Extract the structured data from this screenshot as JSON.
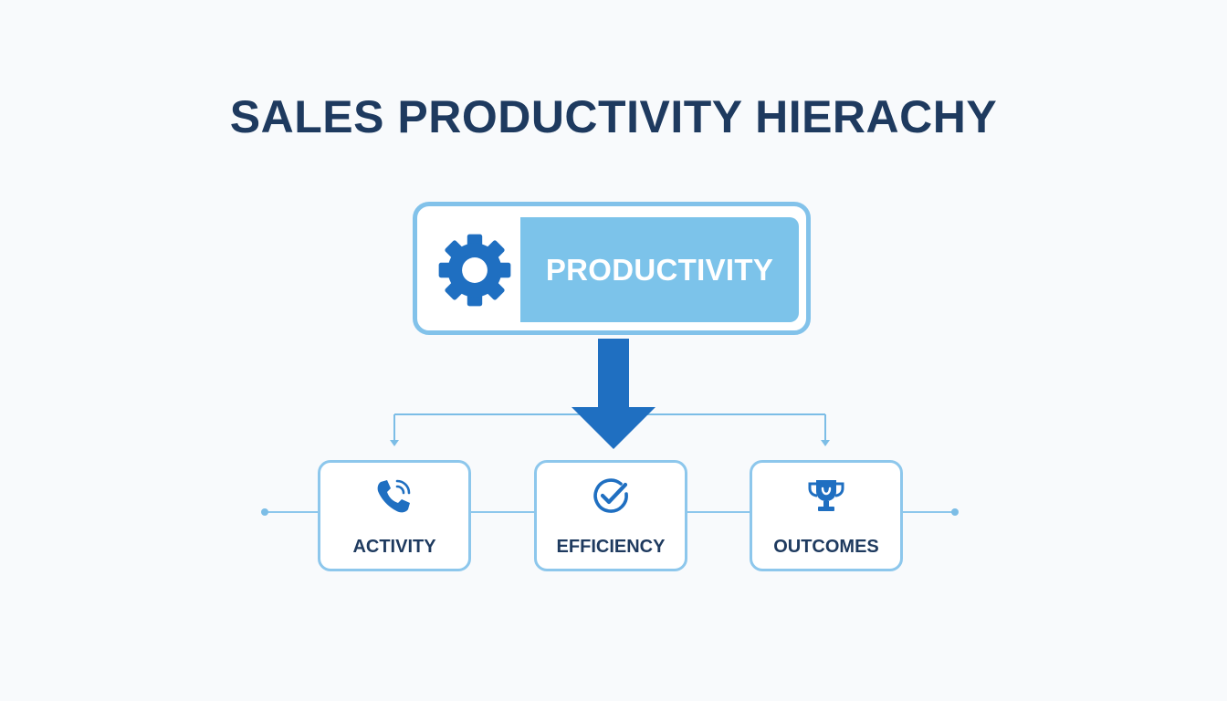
{
  "title": "SALES PRODUCTIVITY HIERACHY",
  "root": {
    "label": "PRODUCTIVITY",
    "icon": "gear-icon"
  },
  "children": [
    {
      "label": "ACTIVITY",
      "icon": "phone-icon"
    },
    {
      "label": "EFFICIENCY",
      "icon": "check-circle-icon"
    },
    {
      "label": "OUTCOMES",
      "icon": "trophy-icon"
    }
  ],
  "colors": {
    "title": "#1e3a5f",
    "accent_dark": "#1f6fc1",
    "accent_light": "#7cc3ea",
    "border": "#82c2ea",
    "connector": "#7cbde6",
    "background": "#f8fafc"
  }
}
